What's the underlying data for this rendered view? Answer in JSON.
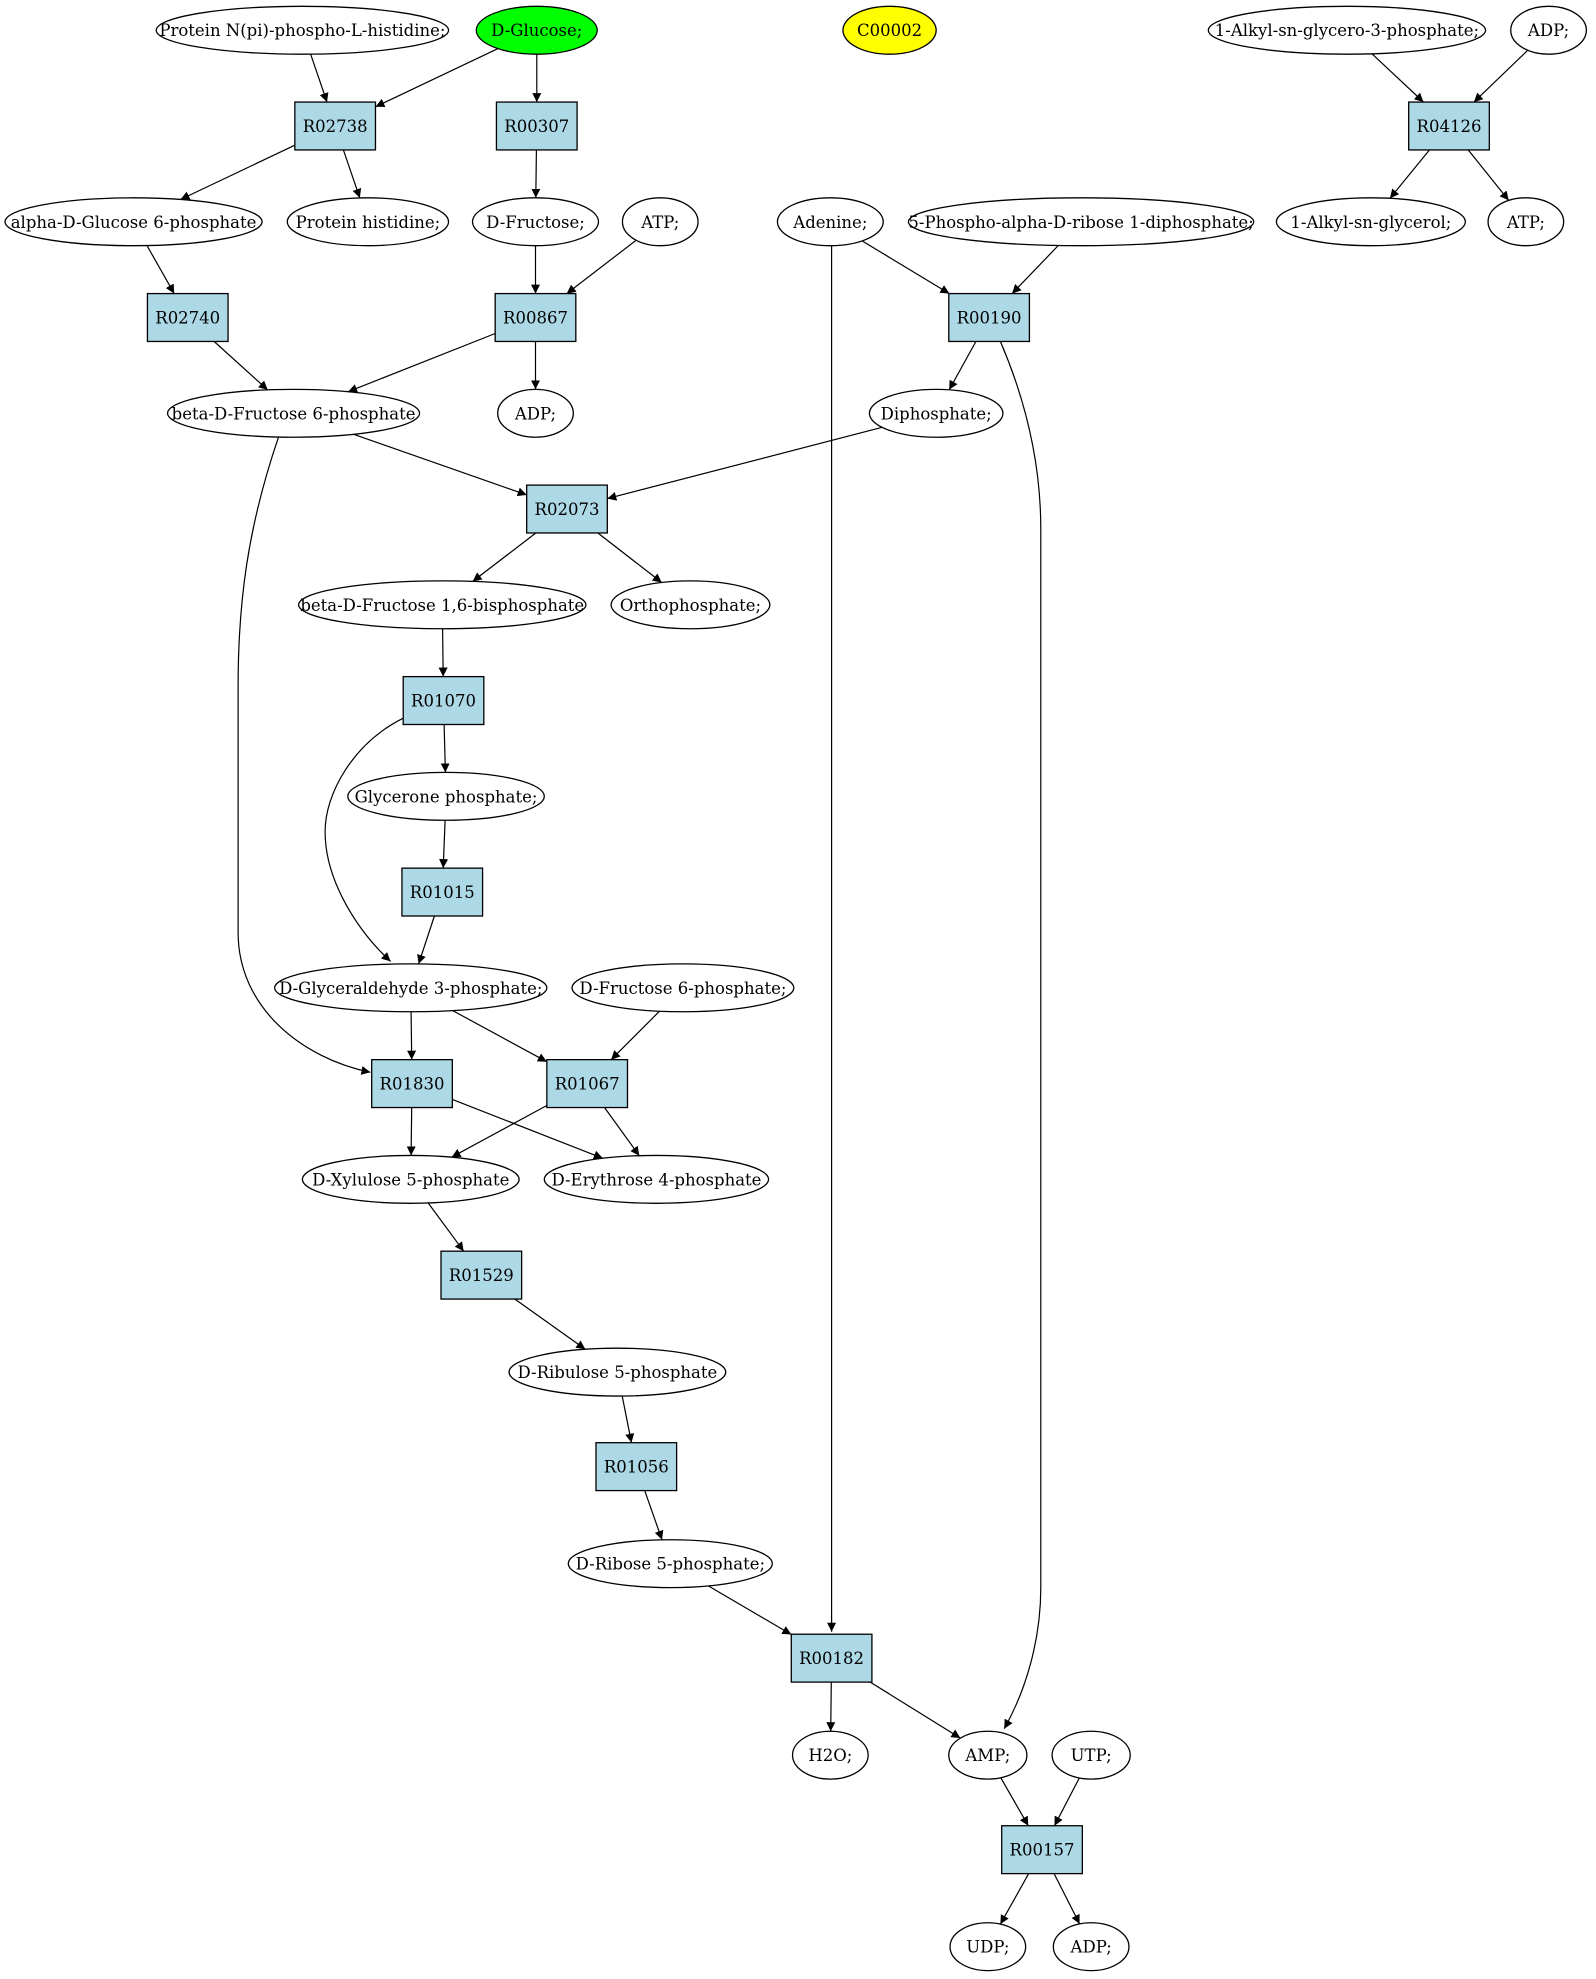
{
  "colors": {
    "reaction_fill": "#add8e6",
    "compound_fill": "#ffffff",
    "highlight_green": "#00ff00",
    "highlight_yellow": "#ffff00"
  },
  "compounds": [
    {
      "id": "protein_nphospho",
      "label": "Protein N(pi)-phospho-L-histidine;"
    },
    {
      "id": "d_glucose",
      "label": "D-Glucose;",
      "fill": "#00ff00"
    },
    {
      "id": "c00002",
      "label": "C00002",
      "fill": "#ffff00"
    },
    {
      "id": "alkyl_g3p",
      "label": "1-Alkyl-sn-glycero-3-phosphate;"
    },
    {
      "id": "adp_1",
      "label": "ADP;"
    },
    {
      "id": "ag6p",
      "label": "alpha-D-Glucose 6-phosphate"
    },
    {
      "id": "protein_his",
      "label": "Protein histidine;"
    },
    {
      "id": "d_fructose",
      "label": "D-Fructose;"
    },
    {
      "id": "atp_1",
      "label": "ATP;"
    },
    {
      "id": "adenine",
      "label": "Adenine;"
    },
    {
      "id": "prpp",
      "label": "5-Phospho-alpha-D-ribose 1-diphosphate;"
    },
    {
      "id": "alkyl_glycerol",
      "label": "1-Alkyl-sn-glycerol;"
    },
    {
      "id": "atp_2",
      "label": "ATP;"
    },
    {
      "id": "bf6p",
      "label": "beta-D-Fructose 6-phosphate"
    },
    {
      "id": "adp_2",
      "label": "ADP;"
    },
    {
      "id": "diphosphate",
      "label": "Diphosphate;"
    },
    {
      "id": "fbp",
      "label": "beta-D-Fructose 1,6-bisphosphate"
    },
    {
      "id": "orthophosphate",
      "label": "Orthophosphate;"
    },
    {
      "id": "dhap",
      "label": "Glycerone phosphate;"
    },
    {
      "id": "g3p",
      "label": "D-Glyceraldehyde 3-phosphate;"
    },
    {
      "id": "df6p",
      "label": "D-Fructose 6-phosphate;"
    },
    {
      "id": "x5p",
      "label": "D-Xylulose 5-phosphate"
    },
    {
      "id": "e4p",
      "label": "D-Erythrose 4-phosphate"
    },
    {
      "id": "ru5p",
      "label": "D-Ribulose 5-phosphate"
    },
    {
      "id": "r5p",
      "label": "D-Ribose 5-phosphate;"
    },
    {
      "id": "h2o",
      "label": "H2O;"
    },
    {
      "id": "amp",
      "label": "AMP;"
    },
    {
      "id": "utp",
      "label": "UTP;"
    },
    {
      "id": "udp",
      "label": "UDP;"
    },
    {
      "id": "adp_3",
      "label": "ADP;"
    }
  ],
  "reactions": [
    {
      "id": "R02738",
      "label": "R02738"
    },
    {
      "id": "R00307",
      "label": "R00307"
    },
    {
      "id": "R04126",
      "label": "R04126"
    },
    {
      "id": "R02740",
      "label": "R02740"
    },
    {
      "id": "R00867",
      "label": "R00867"
    },
    {
      "id": "R00190",
      "label": "R00190"
    },
    {
      "id": "R02073",
      "label": "R02073"
    },
    {
      "id": "R01070",
      "label": "R01070"
    },
    {
      "id": "R01015",
      "label": "R01015"
    },
    {
      "id": "R01830",
      "label": "R01830"
    },
    {
      "id": "R01067",
      "label": "R01067"
    },
    {
      "id": "R01529",
      "label": "R01529"
    },
    {
      "id": "R01056",
      "label": "R01056"
    },
    {
      "id": "R00182",
      "label": "R00182"
    },
    {
      "id": "R00157",
      "label": "R00157"
    }
  ],
  "edges": [
    [
      "protein_nphospho",
      "R02738"
    ],
    [
      "d_glucose",
      "R02738"
    ],
    [
      "R02738",
      "ag6p"
    ],
    [
      "R02738",
      "protein_his"
    ],
    [
      "d_glucose",
      "R00307"
    ],
    [
      "R00307",
      "d_fructose"
    ],
    [
      "alkyl_g3p",
      "R04126"
    ],
    [
      "adp_1",
      "R04126"
    ],
    [
      "R04126",
      "alkyl_glycerol"
    ],
    [
      "R04126",
      "atp_2"
    ],
    [
      "ag6p",
      "R02740"
    ],
    [
      "R02740",
      "bf6p"
    ],
    [
      "d_fructose",
      "R00867"
    ],
    [
      "atp_1",
      "R00867"
    ],
    [
      "R00867",
      "bf6p"
    ],
    [
      "R00867",
      "adp_2"
    ],
    [
      "adenine",
      "R00190"
    ],
    [
      "prpp",
      "R00190"
    ],
    [
      "R00190",
      "diphosphate"
    ],
    [
      "R00190",
      "amp"
    ],
    [
      "bf6p",
      "R02073"
    ],
    [
      "diphosphate",
      "R02073"
    ],
    [
      "R02073",
      "fbp"
    ],
    [
      "R02073",
      "orthophosphate"
    ],
    [
      "fbp",
      "R01070"
    ],
    [
      "R01070",
      "dhap"
    ],
    [
      "R01070",
      "g3p"
    ],
    [
      "dhap",
      "R01015"
    ],
    [
      "R01015",
      "g3p"
    ],
    [
      "bf6p",
      "R01830"
    ],
    [
      "g3p",
      "R01830"
    ],
    [
      "R01830",
      "x5p"
    ],
    [
      "R01830",
      "e4p"
    ],
    [
      "g3p",
      "R01067"
    ],
    [
      "df6p",
      "R01067"
    ],
    [
      "R01067",
      "x5p"
    ],
    [
      "R01067",
      "e4p"
    ],
    [
      "x5p",
      "R01529"
    ],
    [
      "R01529",
      "ru5p"
    ],
    [
      "ru5p",
      "R01056"
    ],
    [
      "R01056",
      "r5p"
    ],
    [
      "r5p",
      "R00182"
    ],
    [
      "adenine",
      "R00182"
    ],
    [
      "R00182",
      "h2o"
    ],
    [
      "R00182",
      "amp"
    ],
    [
      "amp",
      "R00157"
    ],
    [
      "utp",
      "R00157"
    ],
    [
      "R00157",
      "udp"
    ],
    [
      "R00157",
      "adp_3"
    ]
  ]
}
